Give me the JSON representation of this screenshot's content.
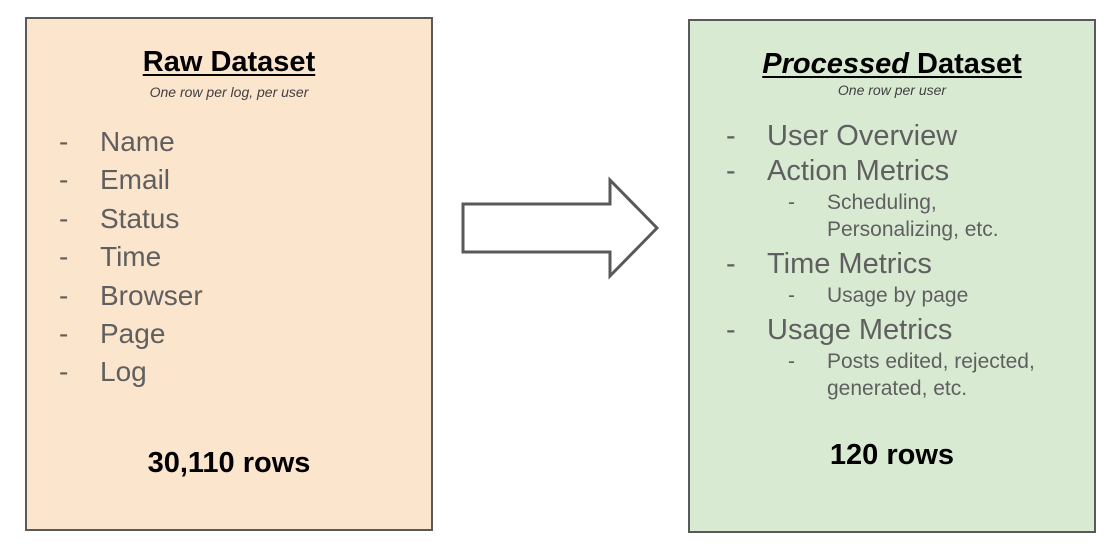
{
  "raw": {
    "title": "Raw Dataset",
    "subtitle": "One row per log, per user",
    "dash": "-",
    "fields": [
      "Name",
      "Email",
      "Status",
      "Time",
      "Browser",
      "Page",
      "Log"
    ],
    "row_count": "30,110 rows"
  },
  "processed": {
    "title_emphasis": "Processed",
    "title_rest": " Dataset",
    "subtitle": "One row per user",
    "dash": "-",
    "sections": [
      {
        "label": "User Overview",
        "details": []
      },
      {
        "label": "Action Metrics",
        "details": [
          "Scheduling,",
          "Personalizing, etc."
        ]
      },
      {
        "label": "Time Metrics",
        "details": [
          "Usage by page"
        ]
      },
      {
        "label": "Usage Metrics",
        "details": [
          "Posts edited, rejected,",
          "generated, etc."
        ]
      }
    ],
    "row_count": "120 rows"
  },
  "colors": {
    "raw_fill": "#fce5cd",
    "processed_fill": "#d9ead3",
    "border": "#595959",
    "list_text": "#5f5f5f"
  },
  "icons": {
    "connector": "right-arrow-icon"
  }
}
